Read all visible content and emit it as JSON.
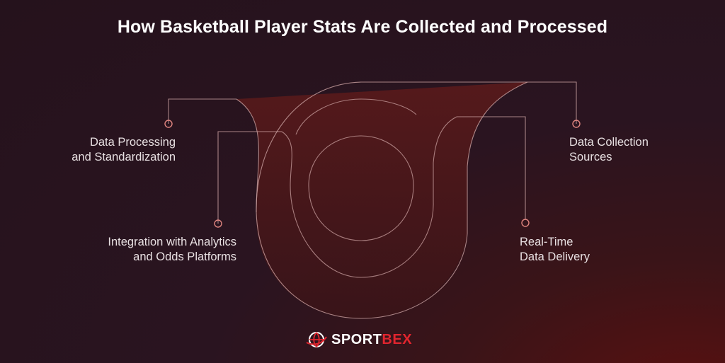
{
  "title": "How Basketball Player Stats Are Collected and Processed",
  "labels": {
    "processing": [
      "Data Processing",
      "and Standardization"
    ],
    "integration": [
      "Integration with Analytics",
      "and Odds Platforms"
    ],
    "collection": [
      "Data Collection",
      "Sources"
    ],
    "realtime": [
      "Real-Time",
      "Data Delivery"
    ]
  },
  "logo": {
    "part1": "SPORT",
    "part2": "BEX",
    "icon": "basketball-logo-icon"
  },
  "colors": {
    "accent": "#e1252e",
    "line": "#c9a0a0",
    "fill": "#4a1619"
  }
}
